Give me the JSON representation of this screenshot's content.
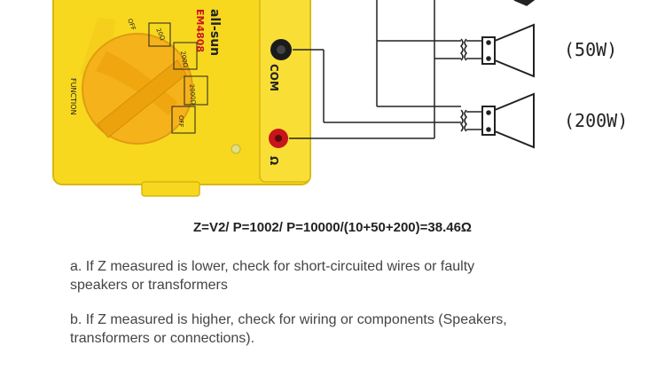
{
  "meter": {
    "brand": "all-sun",
    "model": "EM4808",
    "function_label": "FUNCTION",
    "com_label": "COM",
    "ohm_label": "Ω",
    "dial_labels": [
      "OFF",
      "20Ω",
      "200Ω",
      "2000Ω",
      "OFF"
    ]
  },
  "speakers": {
    "top_power": "(50W)",
    "bottom_power": "(200W)"
  },
  "formula": "Z=V2/ P=1002/ P=10000/(10+50+200)=38.46Ω",
  "notes": {
    "a_line1": "a. If Z measured is lower, check for short-circuited wires or faulty",
    "a_line2": "speakers or transformers",
    "b_line1": "b. If Z measured is higher, check for wiring or components (Speakers,",
    "b_line2": "transformers or connections)."
  },
  "colors": {
    "meter_yellow": "#f7d81f",
    "dial_orange": "#f5b21a",
    "wire": "#222222",
    "jack_red": "#c8141b"
  }
}
